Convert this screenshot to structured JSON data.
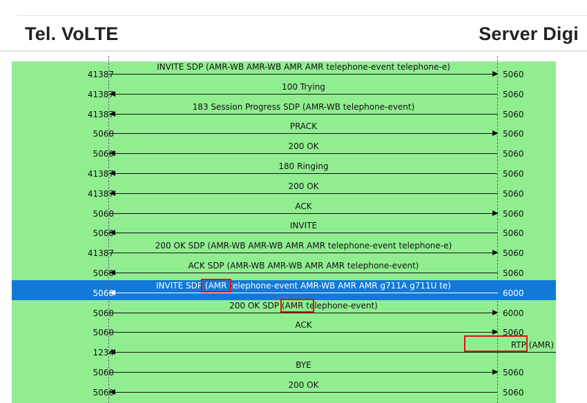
{
  "header": {
    "left": "Tel. VoLTE",
    "right": "Server Digi"
  },
  "rows": [
    {
      "left_port": "41387",
      "message": "INVITE SDP (AMR-WB AMR-WB AMR AMR telephone-event telephone-e)",
      "right_port": "5060",
      "dir": "right"
    },
    {
      "left_port": "41387",
      "message": "100 Trying",
      "right_port": "5060",
      "dir": "left"
    },
    {
      "left_port": "41387",
      "message": "183 Session Progress SDP (AMR-WB telephone-event)",
      "right_port": "5060",
      "dir": "left"
    },
    {
      "left_port": "5060",
      "message": "PRACK",
      "right_port": "5060",
      "dir": "right"
    },
    {
      "left_port": "5060",
      "message": "200 OK",
      "right_port": "5060",
      "dir": "left"
    },
    {
      "left_port": "41387",
      "message": "180 Ringing",
      "right_port": "5060",
      "dir": "left"
    },
    {
      "left_port": "41387",
      "message": "200 OK",
      "right_port": "5060",
      "dir": "left"
    },
    {
      "left_port": "5060",
      "message": "ACK",
      "right_port": "5060",
      "dir": "right"
    },
    {
      "left_port": "5060",
      "message": "INVITE",
      "right_port": "5060",
      "dir": "left"
    },
    {
      "left_port": "41387",
      "message": "200 OK SDP (AMR-WB AMR-WB AMR AMR telephone-event telephone-e)",
      "right_port": "5060",
      "dir": "right"
    },
    {
      "left_port": "5060",
      "message": "ACK SDP (AMR-WB AMR-WB AMR AMR telephone-event)",
      "right_port": "5060",
      "dir": "left"
    },
    {
      "left_port": "5060",
      "message": "INVITE SDP (AMR telephone-event AMR-WB AMR AMR g711A g711U te)",
      "right_port": "6000",
      "dir": "left",
      "selected": true
    },
    {
      "left_port": "5060",
      "message": "200 OK SDP (AMR telephone-event)",
      "right_port": "6000",
      "dir": "right"
    },
    {
      "left_port": "5060",
      "message": "ACK",
      "right_port": "5060",
      "dir": "right"
    },
    {
      "left_port": "1234",
      "message": "RTP (AMR)",
      "right_port": "",
      "dir": "left",
      "wide": true
    },
    {
      "left_port": "5060",
      "message": "BYE",
      "right_port": "5060",
      "dir": "right"
    },
    {
      "left_port": "5060",
      "message": "200 OK",
      "right_port": "5060",
      "dir": "left"
    }
  ]
}
